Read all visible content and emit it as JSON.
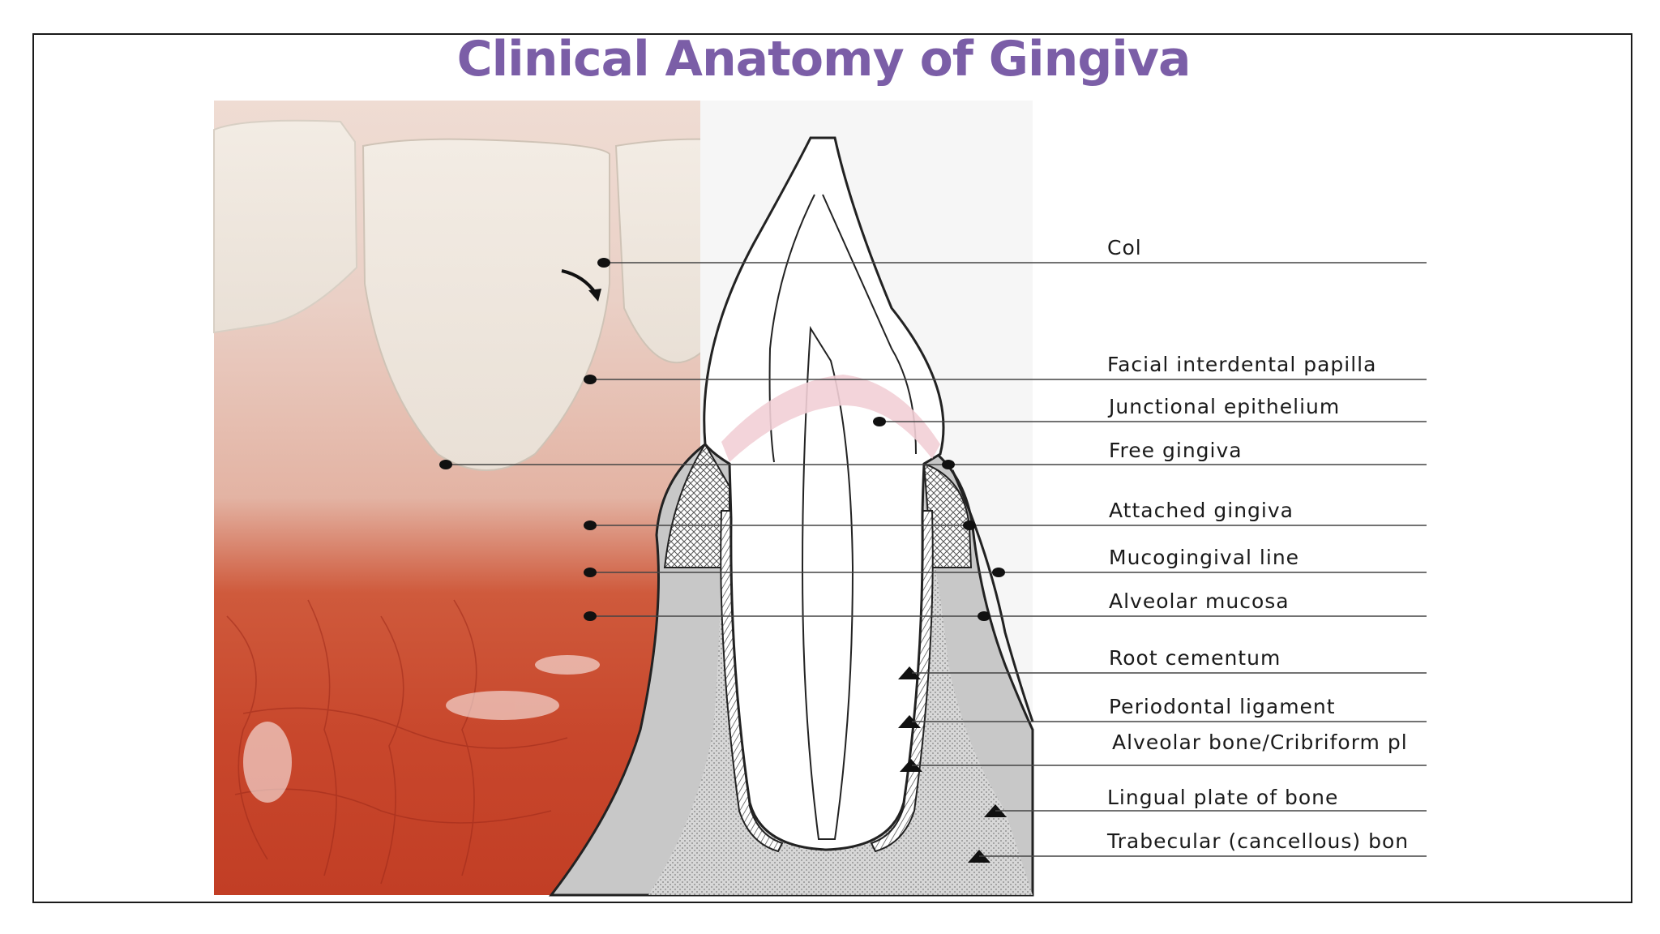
{
  "title": "Clinical Anatomy of Gingiva",
  "colors": {
    "title": "#7b5ea7",
    "frame": "#1a1a1a",
    "gingiva": "#c0452c",
    "bone": "#c8c8c8",
    "junctional": "#f2cfd6"
  },
  "labels": [
    {
      "key": "col",
      "text": "Col"
    },
    {
      "key": "facial-interdental-papilla",
      "text": "Facial interdental papilla"
    },
    {
      "key": "junctional-epithelium",
      "text": "Junctional epithelium"
    },
    {
      "key": "free-gingiva",
      "text": "Free gingiva"
    },
    {
      "key": "attached-gingiva",
      "text": "Attached gingiva"
    },
    {
      "key": "mucogingival-line",
      "text": "Mucogingival line"
    },
    {
      "key": "alveolar-mucosa",
      "text": "Alveolar mucosa"
    },
    {
      "key": "root-cementum",
      "text": "Root cementum"
    },
    {
      "key": "periodontal-ligament",
      "text": "Periodontal ligament"
    },
    {
      "key": "alveolar-bone-cribriform",
      "text": "Alveolar bone/Cribriform pl"
    },
    {
      "key": "lingual-plate-of-bone",
      "text": "Lingual plate of bone"
    },
    {
      "key": "trabecular-bone",
      "text": "Trabecular (cancellous) bon"
    }
  ]
}
